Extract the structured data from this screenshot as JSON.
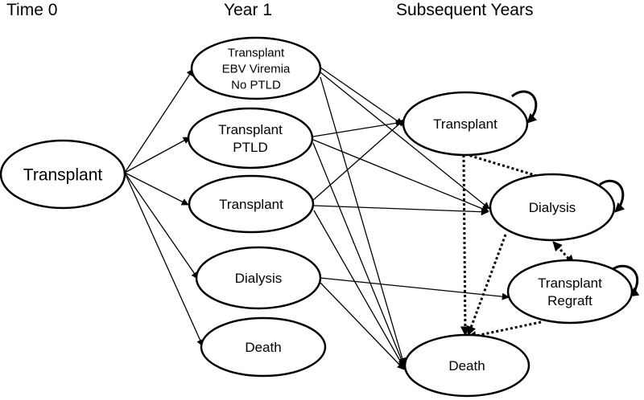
{
  "headers": {
    "time0": "Time 0",
    "year1": "Year 1",
    "subsequent": "Subsequent Years"
  },
  "nodes": {
    "t0_transplant": [
      "Transplant"
    ],
    "y1_ebv": [
      "Transplant",
      "EBV Viremia",
      "No PTLD"
    ],
    "y1_ptld": [
      "Transplant",
      "PTLD"
    ],
    "y1_transplant": [
      "Transplant"
    ],
    "y1_dialysis": [
      "Dialysis"
    ],
    "y1_death": [
      "Death"
    ],
    "s_transplant": [
      "Transplant"
    ],
    "s_dialysis": [
      "Dialysis"
    ],
    "s_regraft": [
      "Transplant",
      "Regraft"
    ],
    "s_death": [
      "Death"
    ]
  }
}
